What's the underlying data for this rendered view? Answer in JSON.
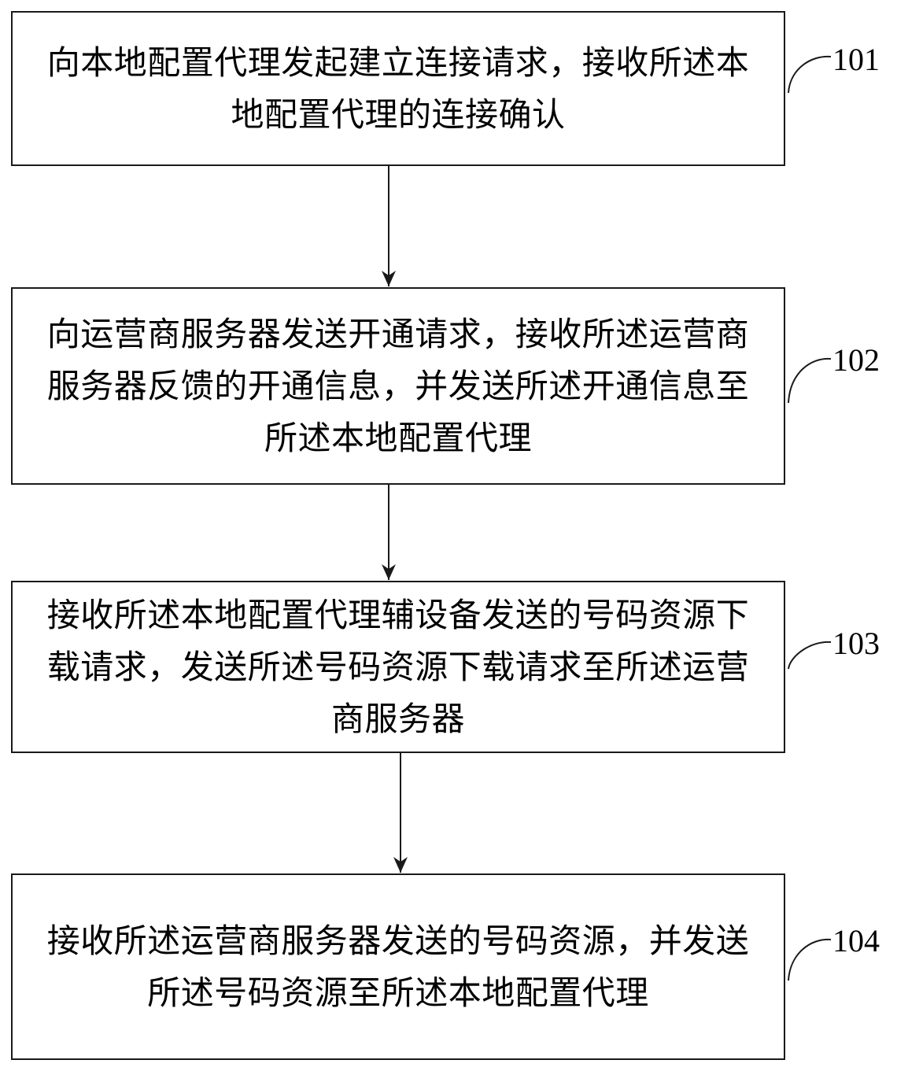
{
  "steps": [
    {
      "id": "101",
      "label": "101",
      "text": "向本地配置代理发起建立连接请求，接收所述本地配置代理的连接确认"
    },
    {
      "id": "102",
      "label": "102",
      "text": "向运营商服务器发送开通请求，接收所述运营商服务器反馈的开通信息，并发送所述开通信息至所述本地配置代理"
    },
    {
      "id": "103",
      "label": "103",
      "text": "接收所述本地配置代理辅设备发送的号码资源下载请求，发送所述号码资源下载请求至所述运营商服务器"
    },
    {
      "id": "104",
      "label": "104",
      "text": "接收所述运营商服务器发送的号码资源，并发送所述号码资源至所述本地配置代理"
    }
  ]
}
